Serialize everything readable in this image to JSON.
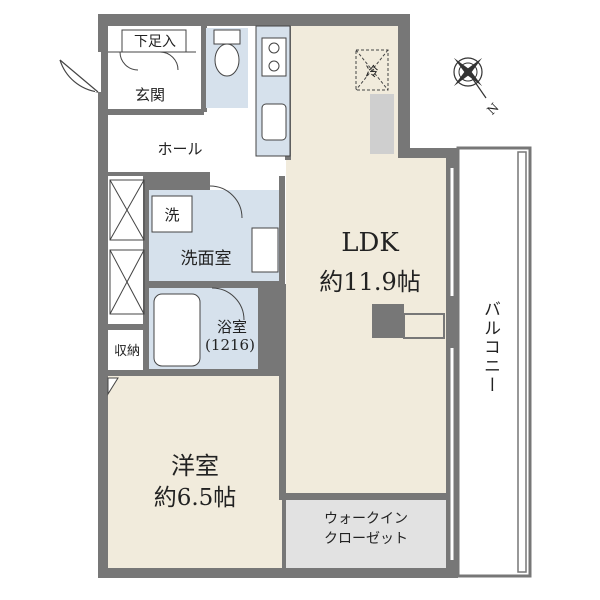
{
  "rooms": {
    "genkan_step": "下足入",
    "genkan": "玄関",
    "hall": "ホール",
    "ldk_name": "LDK",
    "ldk_size": "約11.9帖",
    "washer": "洗",
    "washroom": "洗面室",
    "bathroom": "浴室",
    "bath_size": "(1216)",
    "storage": "収納",
    "western_name": "洋室",
    "western_size": "約6.5帖",
    "wic_line1": "ウォークイン",
    "wic_line2": "クローゼット",
    "balcony": "バルコニー",
    "fridge": "冷"
  },
  "compass": {
    "north_label": "N"
  },
  "colors": {
    "wall": "#777777",
    "floor_ldk": "#f1ebdc",
    "floor_western": "#f1ebdc",
    "wet_area": "#d6e1ec",
    "closet": "#e2e2e2",
    "text": "#222222",
    "white": "#ffffff"
  }
}
